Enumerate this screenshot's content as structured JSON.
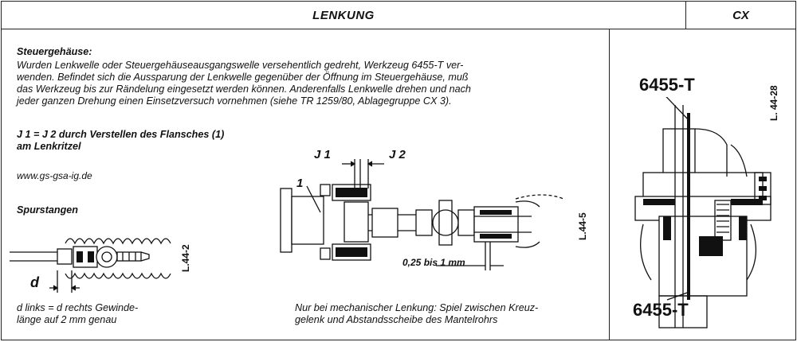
{
  "header": {
    "title": "LENKUNG",
    "model": "CX"
  },
  "steuergehaeuse": {
    "heading": "Steuergehäuse:",
    "lines": [
      "Wurden Lenkwelle oder Steuergehäuseausgangswelle versehentlich gedreht, Werkzeug 6455-T ver-",
      "wenden. Befindet sich die Aussparung der Lenkwelle gegenüber der Öffnung im Steuergehäuse, muß",
      "das Werkzeug bis zur Rändelung eingesetzt werden können. Anderenfalls Lenkwelle drehen und nach",
      "jeder ganzen Drehung einen Einsetzversuch vornehmen (siehe TR 1259/80, Ablagegruppe CX 3)."
    ]
  },
  "flansch": {
    "line1": "J 1 = J 2 durch Verstellen des Flansches (1)",
    "line2": "am Lenkritzel"
  },
  "website": "www.gs-gsa-ig.de",
  "spurstangen": {
    "heading": "Spurstangen",
    "caption_line1": "d links = d rechts Gewinde-",
    "caption_line2": "länge auf 2 mm genau",
    "label_d": "d",
    "ref": "L.44-2"
  },
  "middle_figure": {
    "label_j1": "J 1",
    "label_j2": "J 2",
    "label_1": "1",
    "label_gap": "0,25 bis 1 mm",
    "ref": "L.44-5",
    "caption_line1": "Nur bei mechanischer Lenkung: Spiel zwischen Kreuz-",
    "caption_line2": "gelenk und Abstandsscheibe des Mantelrohrs"
  },
  "right_figure": {
    "tool_top": "6455-T",
    "tool_bottom": "6455-T",
    "ref": "L. 44-28"
  }
}
